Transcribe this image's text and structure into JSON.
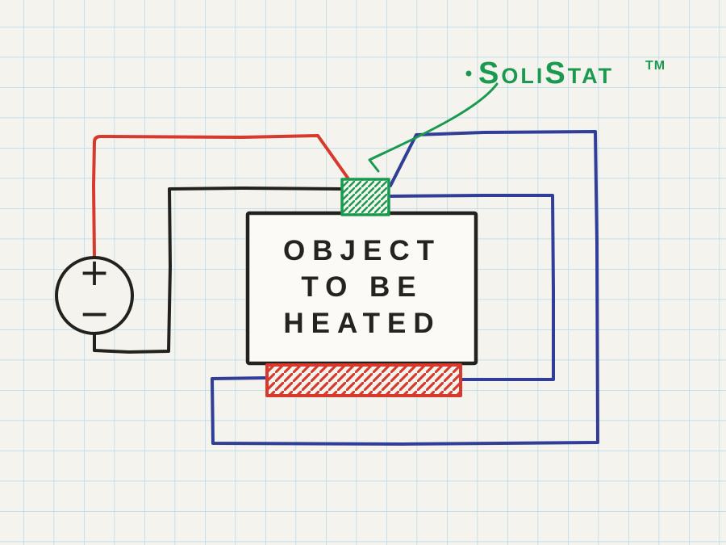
{
  "title": "SoliStat heating circuit sketch",
  "colors": {
    "paper": "#f5f3ee",
    "grid": "#b2d8e5",
    "ink_black": "#23211d",
    "wire_red": "#d73a2d",
    "wire_blue": "#303e98",
    "green": "#1a9a50",
    "object_fill": "#fbfaf6"
  },
  "battery": {
    "plus": "+",
    "minus": "−"
  },
  "object_box": {
    "line1": "OBJECT",
    "line2": "TO BE",
    "line3": "HEATED"
  },
  "annotation": {
    "label": "SoliStat",
    "tm": "TM"
  }
}
